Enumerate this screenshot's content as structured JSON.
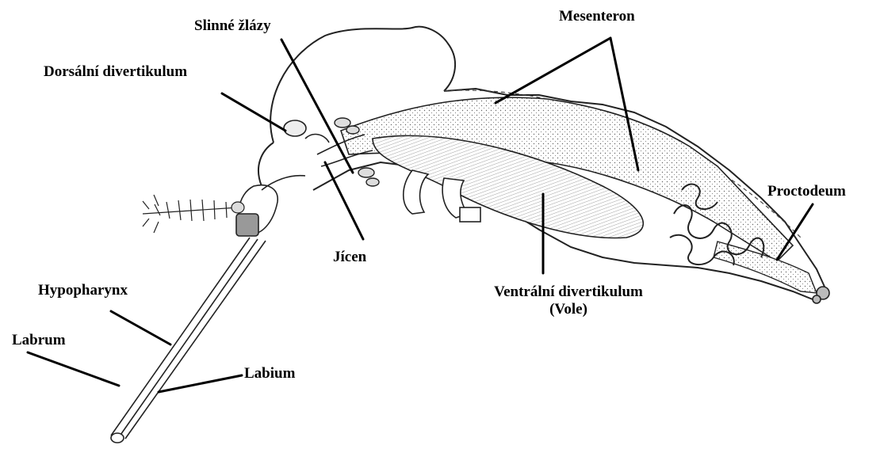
{
  "labels": {
    "slinne_zlazy": "Slinné žlázy",
    "mesenteron": "Mesenteron",
    "dorsalni_divertikulum": "Dorsální divertikulum",
    "proctodeum": "Proctodeum",
    "jicen": "Jícen",
    "hypopharynx": "Hypopharynx",
    "labrum": "Labrum",
    "labium": "Labium",
    "ventralni_divertikulum": "Ventrální divertikulum",
    "vole": "(Vole)"
  },
  "colors": {
    "line": "#000000",
    "stipple": "#d8d8d8",
    "background": "#ffffff"
  }
}
